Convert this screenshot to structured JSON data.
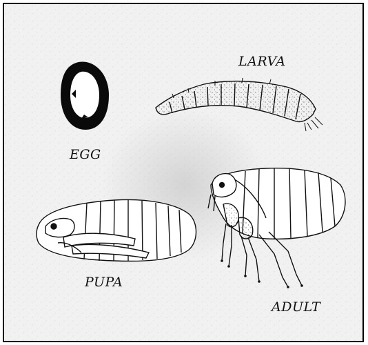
{
  "stages": {
    "egg": {
      "label": "EGG"
    },
    "larva": {
      "label": "LARVA"
    },
    "pupa": {
      "label": "PUPA"
    },
    "adult": {
      "label": "ADULT"
    }
  },
  "colors": {
    "background": "#f1f1f1",
    "ink": "#111111",
    "border": "#000000"
  }
}
